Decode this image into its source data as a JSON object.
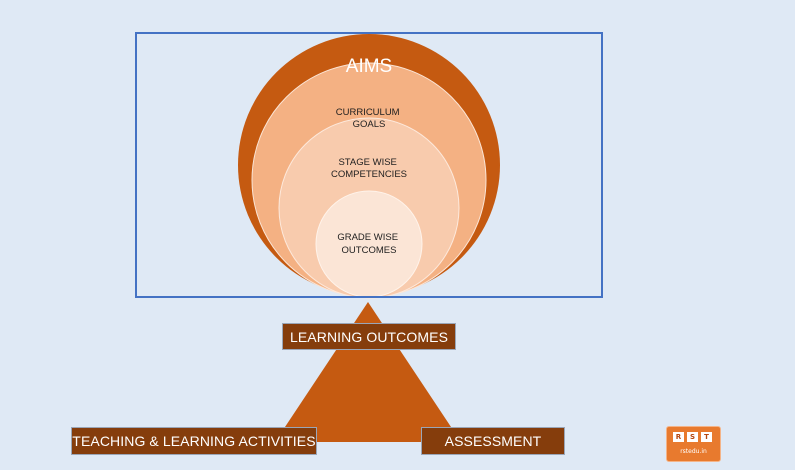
{
  "diagram": {
    "circles": [
      {
        "key": "aims",
        "label_lines": [
          "AIMS"
        ],
        "color": "#c55a11"
      },
      {
        "key": "curriculum_goals",
        "label_lines": [
          "CURRICULUM",
          "GOALS"
        ],
        "color": "#f4b183"
      },
      {
        "key": "stage_wise",
        "label_lines": [
          "STAGE WISE",
          "COMPETENCIES"
        ],
        "color": "#f8cbad"
      },
      {
        "key": "grade_wise",
        "label_lines": [
          "GRADE WISE",
          "OUTCOMES"
        ],
        "color": "#fbe5d6"
      }
    ],
    "triangle": {
      "apex_label": "LEARNING OUTCOMES",
      "left_label": "TEACHING & LEARNING ACTIVITIES",
      "right_label": "ASSESSMENT",
      "color": "#c55a11",
      "label_box_color": "#853d0c"
    },
    "frame_color": "#4472c4",
    "background_color": "#dfe9f5"
  },
  "logo": {
    "letters": [
      "R",
      "S",
      "T"
    ],
    "site": "rstedu.in",
    "color": "#e87a2e"
  }
}
